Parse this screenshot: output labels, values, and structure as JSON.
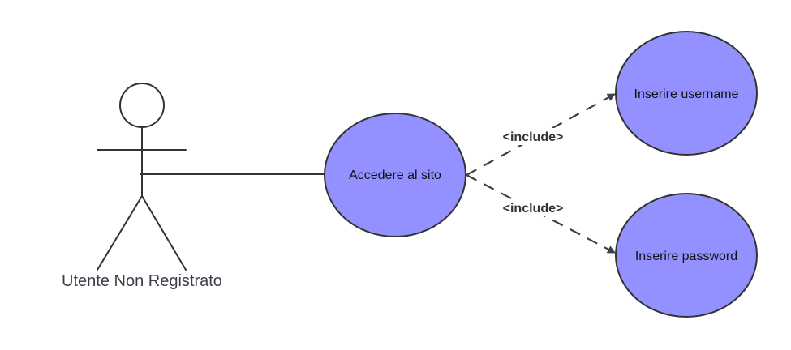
{
  "actor": {
    "name": "Utente Non Registrato"
  },
  "use_cases": {
    "access": "Accedere al sito",
    "username": "Inserire username",
    "password": "Inserire password"
  },
  "relations": {
    "include_top": "<include>",
    "include_bottom": "<include>"
  },
  "colors": {
    "usecase_fill": "#9391ff",
    "stroke": "#333333",
    "dash": "#3a3f4b",
    "text": "#111111",
    "actor_text": "#3a3f4b"
  }
}
